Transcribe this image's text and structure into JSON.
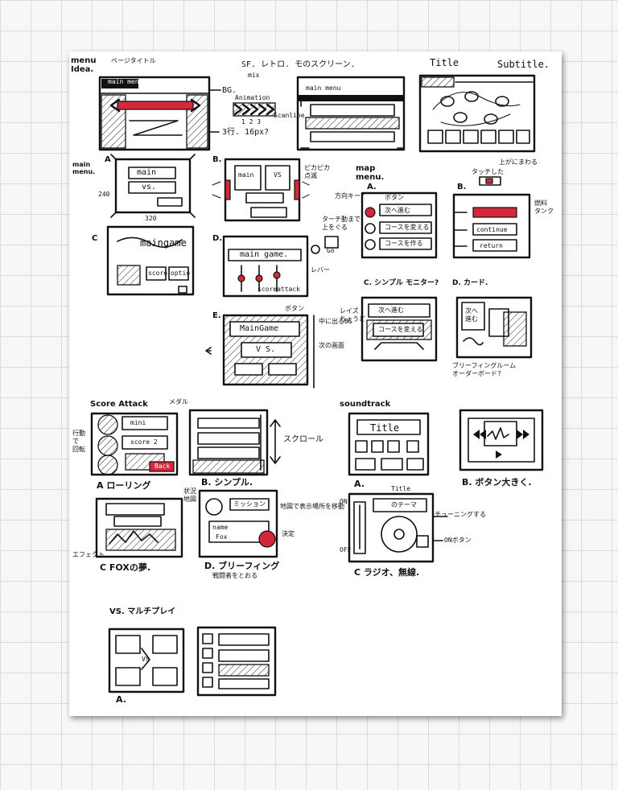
{
  "sections": {
    "menu_idea": "menu\nIdea.",
    "page_title": "ページタイトル",
    "sf_retro": "SF. レトロ. モのスクリーン.",
    "mix": "mix",
    "title": "Title",
    "subtitle": "Subtitle.",
    "main_menu_side": "main\nmenu.",
    "map_menu": "map\nmenu.",
    "score_attack": "Score Attack",
    "medal": "メダル",
    "soundtrack": "soundtrack",
    "vs_multi": "VS. マルチプレイ"
  },
  "header_sketches": {
    "main_menu_label": "main menu",
    "bg": "BG.",
    "animation": "Animation",
    "anim_steps": "1 2 3",
    "scanline": "Scanline",
    "three_lines": "3行. 16px?"
  },
  "main_menu_variants": {
    "a_label": "A",
    "a_main": "main",
    "a_vs": "vs.",
    "dim_240": "240",
    "dim_320": "320",
    "b_label": "B.",
    "b_main": "main",
    "b_vs": "VS",
    "b_caption": "ピカピカ\n点滅",
    "c_label": "C",
    "c_title": "maingame",
    "c_score": "score",
    "c_option": "optio",
    "d_label": "D.",
    "d_title": "main game.",
    "d_lever": "レバー",
    "d_drag": "ターチ動まで\n上をぐる",
    "d_go": "Go",
    "d_sub": "scoreattack",
    "e_label": "E.",
    "e_main": "MainGame",
    "e_vs": "V S.",
    "e_button": "ボタン",
    "e_bg": "中に出るBG",
    "e_next": "次の画面"
  },
  "map_menu": {
    "a_label": "A.",
    "a_caption": "方向キー?",
    "a_btn1": "次へ進む",
    "a_btn2": "コースを変える",
    "a_btn3": "コースを作る",
    "a_top": "ボタン",
    "b_label": "B.",
    "b_caption1": "タッチした",
    "b_caption2": "上がにまわる",
    "b_fuel": "燃料\nタンク",
    "b_btn2": "continue",
    "b_btn3": "return",
    "c_label": "C. シンプル モニター?",
    "c_caption": "レイズ\nちょうど",
    "c_btn1": "次へ進む",
    "c_btn2": "コースを変える",
    "d_label": "D. カード.",
    "d_card": "次へ\n進む",
    "d_note": "ブリーフィングルーム\nオーダーボード?"
  },
  "score_attack": {
    "item1": "mini",
    "item2": "score 2",
    "back": "Back",
    "side_note": "行動\nで\n回転",
    "a_caption": "A ローリング",
    "b_caption": "B. シンプル.",
    "scroll": "スクロール",
    "c_caption": "C FOXの夢.",
    "c_note": "エフェクト",
    "d_caption": "D. ブリーフィング",
    "d_sub": "戦闘者をとおる",
    "d_top": "状況\n地図",
    "d_right": "地図で表示場所を移動",
    "d_mission": "ミッション",
    "d_name1": "name",
    "d_name2": "Fox",
    "d_decide": "決定"
  },
  "soundtrack": {
    "a_title": "Title",
    "a_caption": "A.",
    "b_caption": "B. ボタン大きく.",
    "c_title": "Title",
    "c_theme": "のテーマ",
    "c_tune": "チューニングする",
    "c_power": "ONボタン",
    "c_on": "ON",
    "c_off": "OFF",
    "c_caption": "C ラジオ、無線."
  },
  "vs_multi": {
    "vs": "VS",
    "a_caption": "A."
  }
}
